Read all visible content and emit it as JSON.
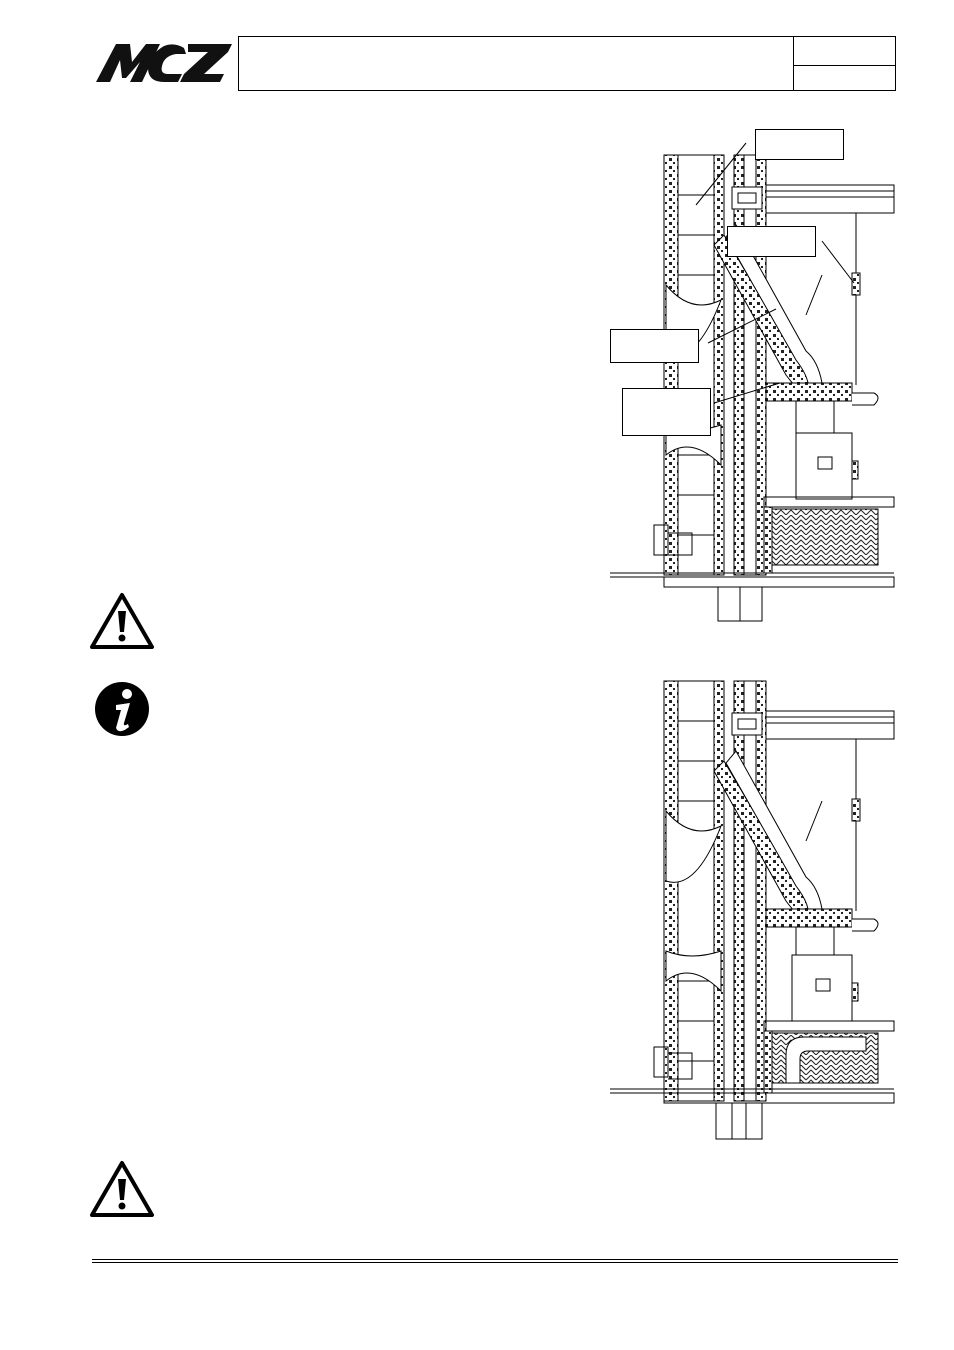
{
  "header": {
    "brand": "MCZ",
    "title": "",
    "page_number": ""
  },
  "figures": [
    {
      "name": "installation-drawing-top"
    },
    {
      "name": "installation-drawing-bottom"
    }
  ],
  "callouts": [
    "",
    "",
    "",
    ""
  ],
  "icons": [
    "warning-triangle-icon",
    "info-icon",
    "warning-triangle-icon"
  ],
  "colors": {
    "line": "#000000",
    "background": "#ffffff"
  }
}
